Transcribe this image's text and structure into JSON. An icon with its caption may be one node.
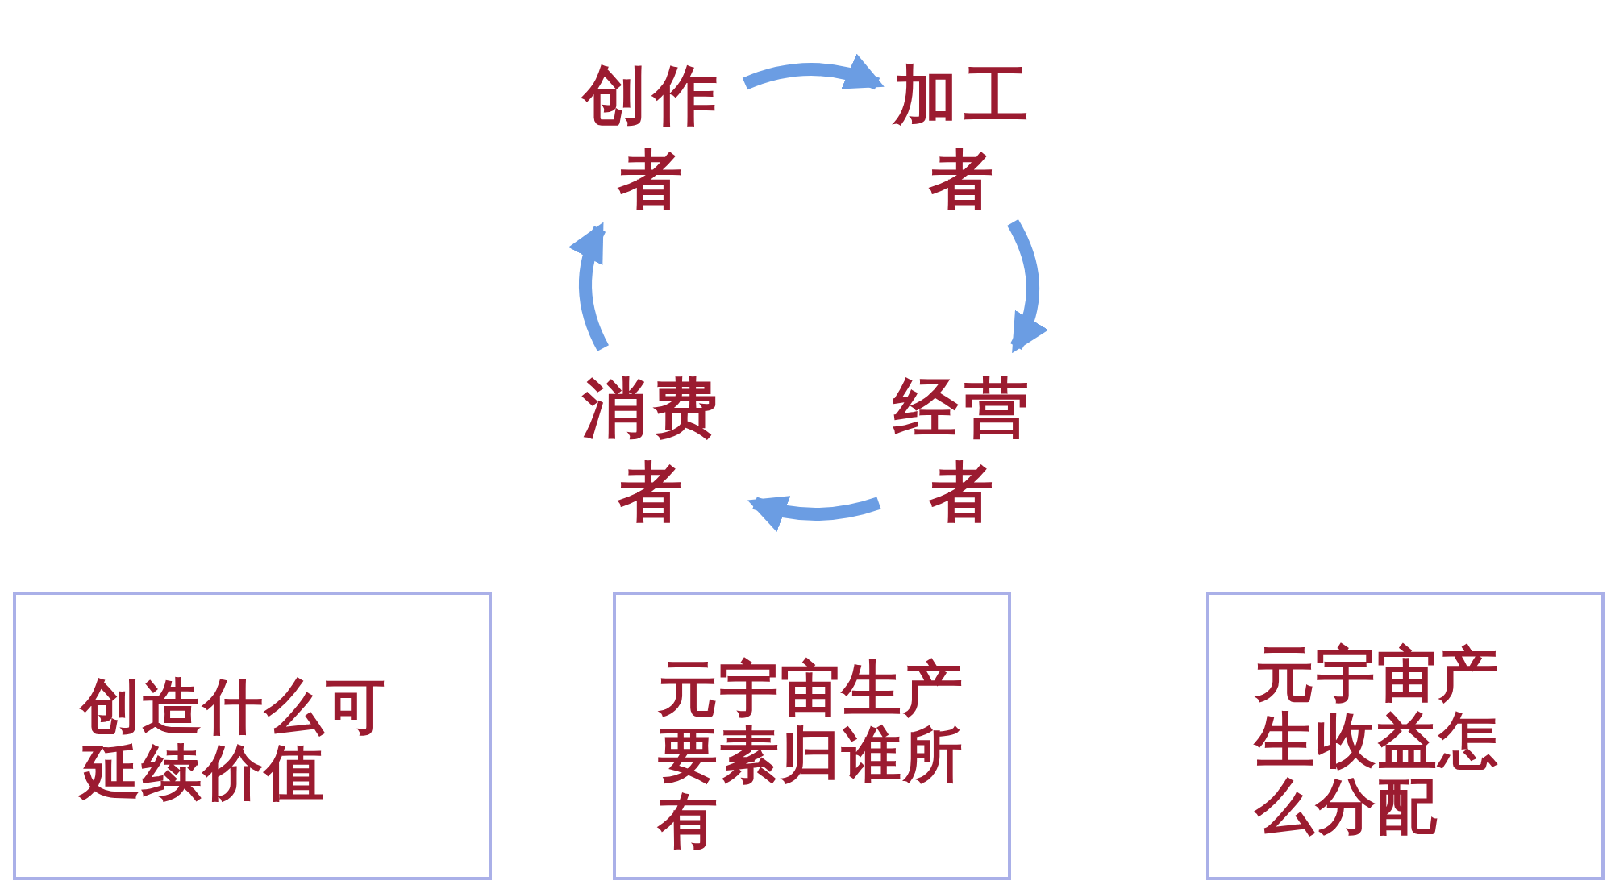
{
  "diagram": {
    "nodes": [
      {
        "text": [
          "创作者"
        ]
      },
      {
        "text": [
          "加工者"
        ]
      },
      {
        "text": [
          "经营者"
        ]
      },
      {
        "text": [
          "消费者"
        ]
      },
      {
        "text": [
          "创造什么可延续价值"
        ]
      },
      {
        "text": [
          "元宇宙生产要素归谁所有"
        ]
      },
      {
        "text": [
          "元宇宙产生收益怎么分配"
        ]
      }
    ],
    "edges": [
      {
        "from": 0,
        "to": 1,
        "arrow": "to"
      },
      {
        "from": 1,
        "to": 2,
        "arrow": "to"
      },
      {
        "from": 2,
        "to": 3,
        "arrow": "to"
      },
      {
        "from": 3,
        "to": 0,
        "arrow": "to"
      }
    ]
  }
}
